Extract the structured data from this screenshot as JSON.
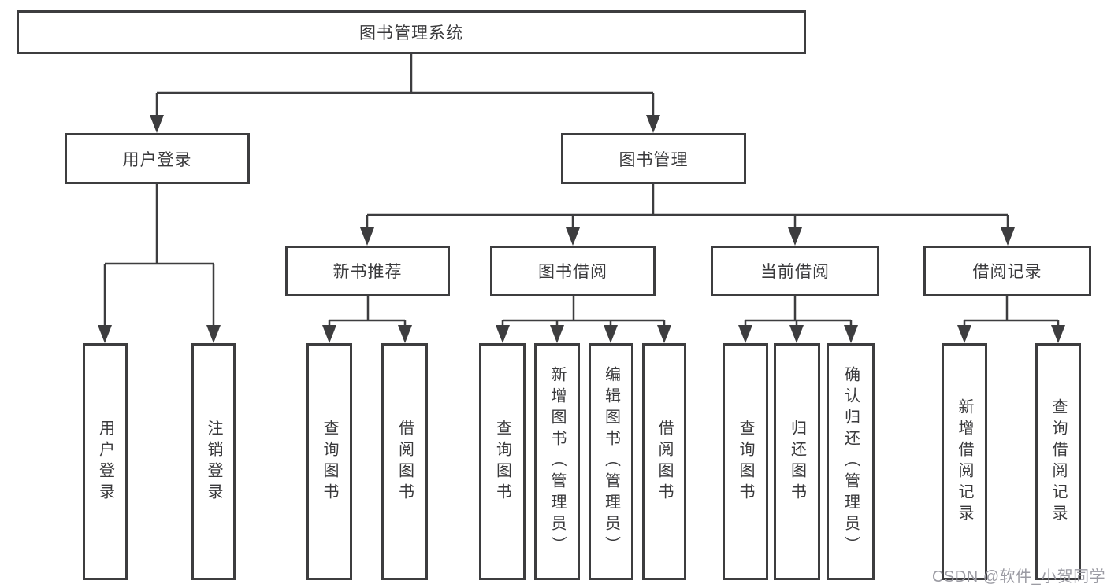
{
  "diagram_title": "图书管理系统",
  "tree": {
    "label": "图书管理系统",
    "children": [
      {
        "label": "用户登录",
        "children": [
          {
            "label": "用户登录"
          },
          {
            "label": "注销登录"
          }
        ]
      },
      {
        "label": "图书管理",
        "children": [
          {
            "label": "新书推荐",
            "children": [
              {
                "label": "查询图书"
              },
              {
                "label": "借阅图书"
              }
            ]
          },
          {
            "label": "图书借阅",
            "children": [
              {
                "label": "查询图书"
              },
              {
                "label": "新增图书（管理员）"
              },
              {
                "label": "编辑图书（管理员）"
              },
              {
                "label": "借阅图书"
              }
            ]
          },
          {
            "label": "当前借阅",
            "children": [
              {
                "label": "查询图书"
              },
              {
                "label": "归还图书"
              },
              {
                "label": "确认归还（管理员）"
              }
            ]
          },
          {
            "label": "借阅记录",
            "children": [
              {
                "label": "新增借阅记录"
              },
              {
                "label": "查询借阅记录"
              }
            ]
          }
        ]
      }
    ]
  },
  "watermark": {
    "text": "CSDN @软件_小贺同学"
  },
  "colors": {
    "background": "#ffffff",
    "line": "#3d3d3f",
    "box_border": "#3d3d3f",
    "text": "#3a3a3c",
    "watermark": "#9b9ba3"
  }
}
